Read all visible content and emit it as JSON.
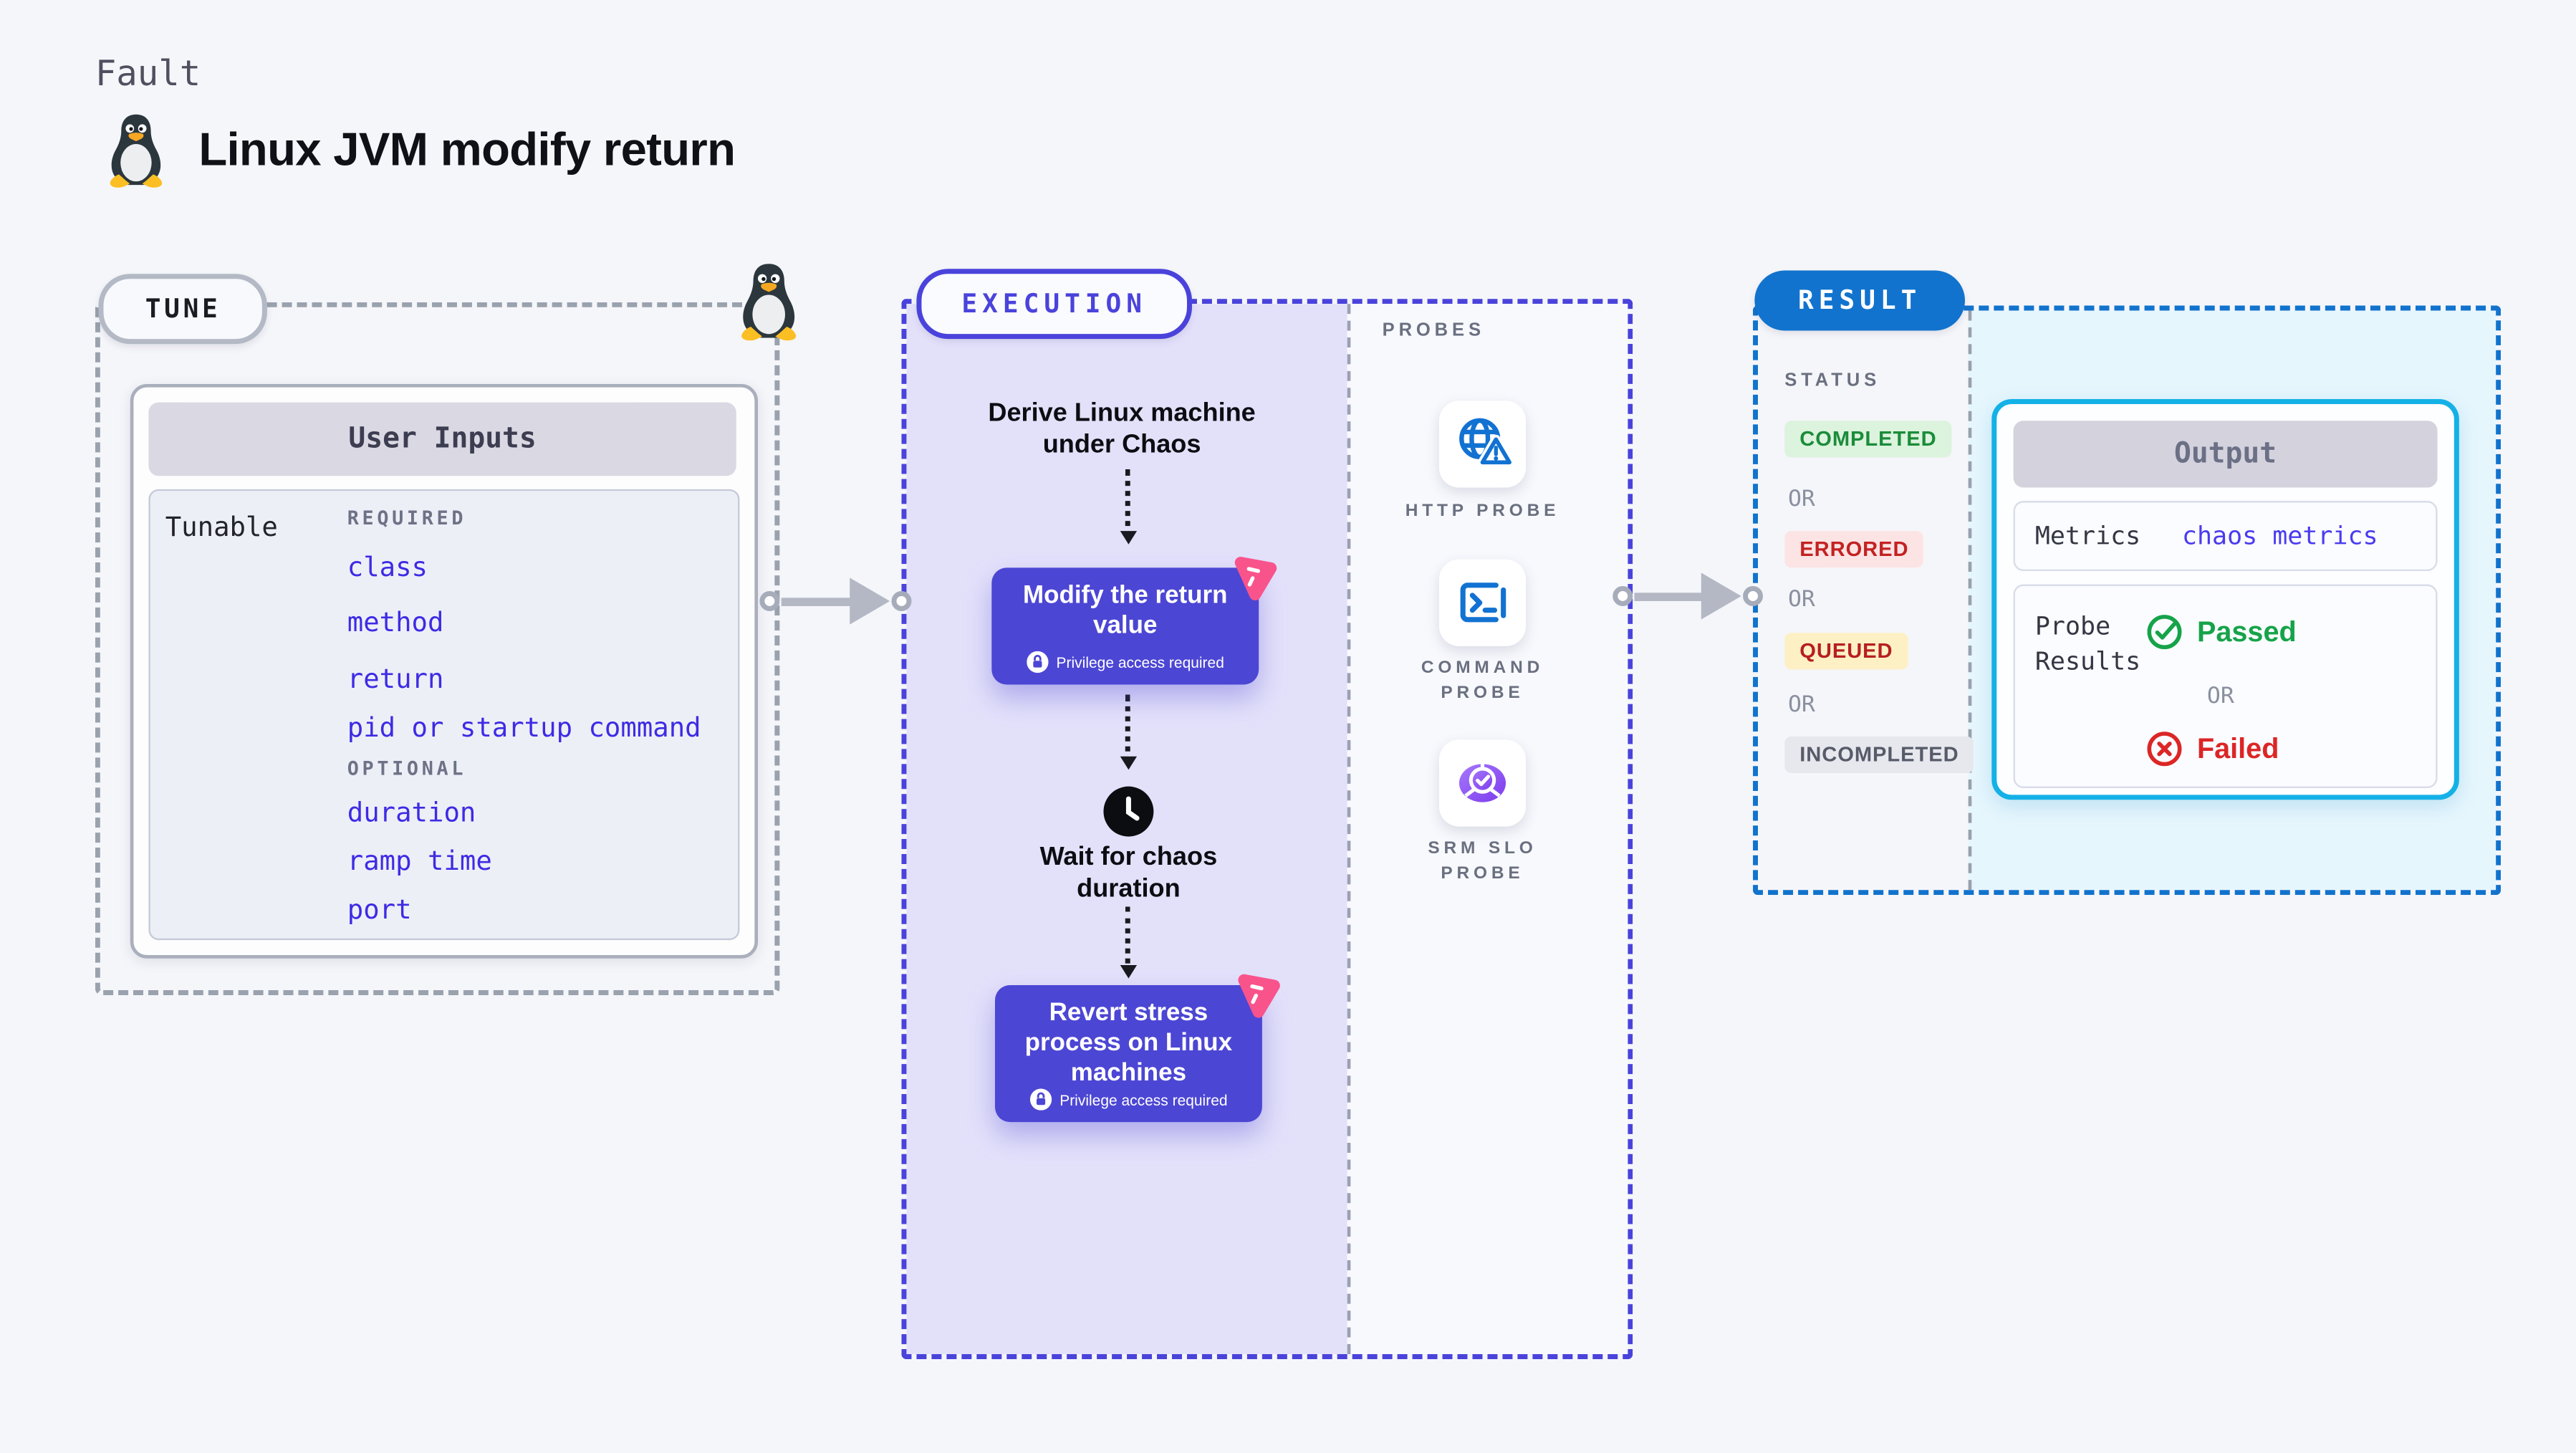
{
  "header": {
    "kicker": "Fault",
    "title": "Linux JVM modify return"
  },
  "tune": {
    "label": "TUNE",
    "card_title": "User Inputs",
    "row_label": "Tunable",
    "required_heading": "REQUIRED",
    "required_items": [
      "class",
      "method",
      "return",
      "pid or startup command"
    ],
    "optional_heading": "OPTIONAL",
    "optional_items": [
      "duration",
      "ramp time",
      "port"
    ]
  },
  "execution": {
    "label": "EXECUTION",
    "derive_title": "Derive Linux machine\nunder Chaos",
    "modify_title": "Modify the return\nvalue",
    "wait_title": "Wait for chaos\nduration",
    "revert_title": "Revert stress\nprocess on Linux\nmachines",
    "privilege_note": "Privilege access required",
    "probes_heading": "PROBES",
    "probes": [
      {
        "label": "HTTP PROBE",
        "icon": "globe-alert-icon"
      },
      {
        "label": "COMMAND\nPROBE",
        "icon": "terminal-icon"
      },
      {
        "label": "SRM SLO\nPROBE",
        "icon": "slo-pie-check-icon"
      }
    ]
  },
  "result": {
    "label": "RESULT",
    "status_heading": "STATUS",
    "or_label": "OR",
    "statuses": [
      {
        "label": "COMPLETED",
        "fg": "#1b8c3a",
        "bg": "#dcf3de"
      },
      {
        "label": "ERRORED",
        "fg": "#c32222",
        "bg": "#fce4e4"
      },
      {
        "label": "QUEUED",
        "fg": "#b71f1f",
        "bg": "#fdf0c5"
      },
      {
        "label": "INCOMPLETED",
        "fg": "#575b69",
        "bg": "#e7e8ee"
      }
    ],
    "output": {
      "title": "Output",
      "metrics_label": "Metrics",
      "metrics_value": "chaos metrics",
      "probe_results_label": "Probe\nResults",
      "passed_label": "Passed",
      "or_label": "OR",
      "failed_label": "Failed"
    }
  },
  "colors": {
    "page_bg": "#f5f6fa",
    "tune_border": "#9aa2ae",
    "execution_accent": "#4a43db",
    "execution_bg": "#e3e1fa",
    "flow_box_bg": "#4c46d4",
    "chaos_badge_pink": "#f9538b",
    "probe_icon_blue": "#1272d2",
    "slo_icon_purple": "#7c3bed",
    "result_accent": "#1173cd",
    "output_border": "#14b1e7",
    "output_panel_bg": "#e6f6fd",
    "link_indigo": "#3e2be4",
    "passed_green": "#16a34a",
    "failed_red": "#dc2626"
  }
}
